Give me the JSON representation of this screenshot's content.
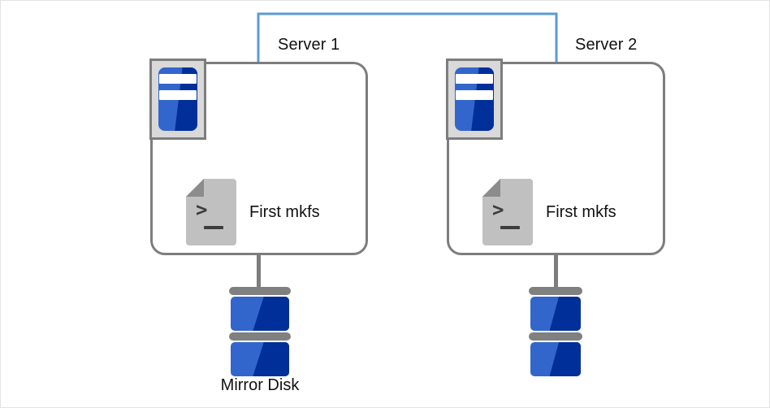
{
  "diagram": {
    "background_color": "#ffffff",
    "border_color": "#e3e3e3",
    "link": {
      "name": "interconnect-link",
      "color": "#5b9bd5"
    },
    "colors": {
      "server_outline": "#7d7d7d",
      "icon_blue_light": "#3366cc",
      "icon_blue_dark": "#002f99",
      "document_gray": "#c0c0c0",
      "document_fold": "#8c8c8c",
      "disk_plate": "#808080",
      "text": "#111111"
    },
    "servers": [
      {
        "id": "server-1",
        "title": "Server 1",
        "icon": "server-machine-icon",
        "document": {
          "icon": "terminal-document-icon",
          "label": "First mkfs"
        },
        "disk": {
          "icon": "disk-stack-icon",
          "label": "Mirror Disk"
        }
      },
      {
        "id": "server-2",
        "title": "Server 2",
        "icon": "server-machine-icon",
        "document": {
          "icon": "terminal-document-icon",
          "label": "First mkfs"
        },
        "disk": {
          "icon": "disk-stack-icon",
          "label": ""
        }
      }
    ]
  }
}
